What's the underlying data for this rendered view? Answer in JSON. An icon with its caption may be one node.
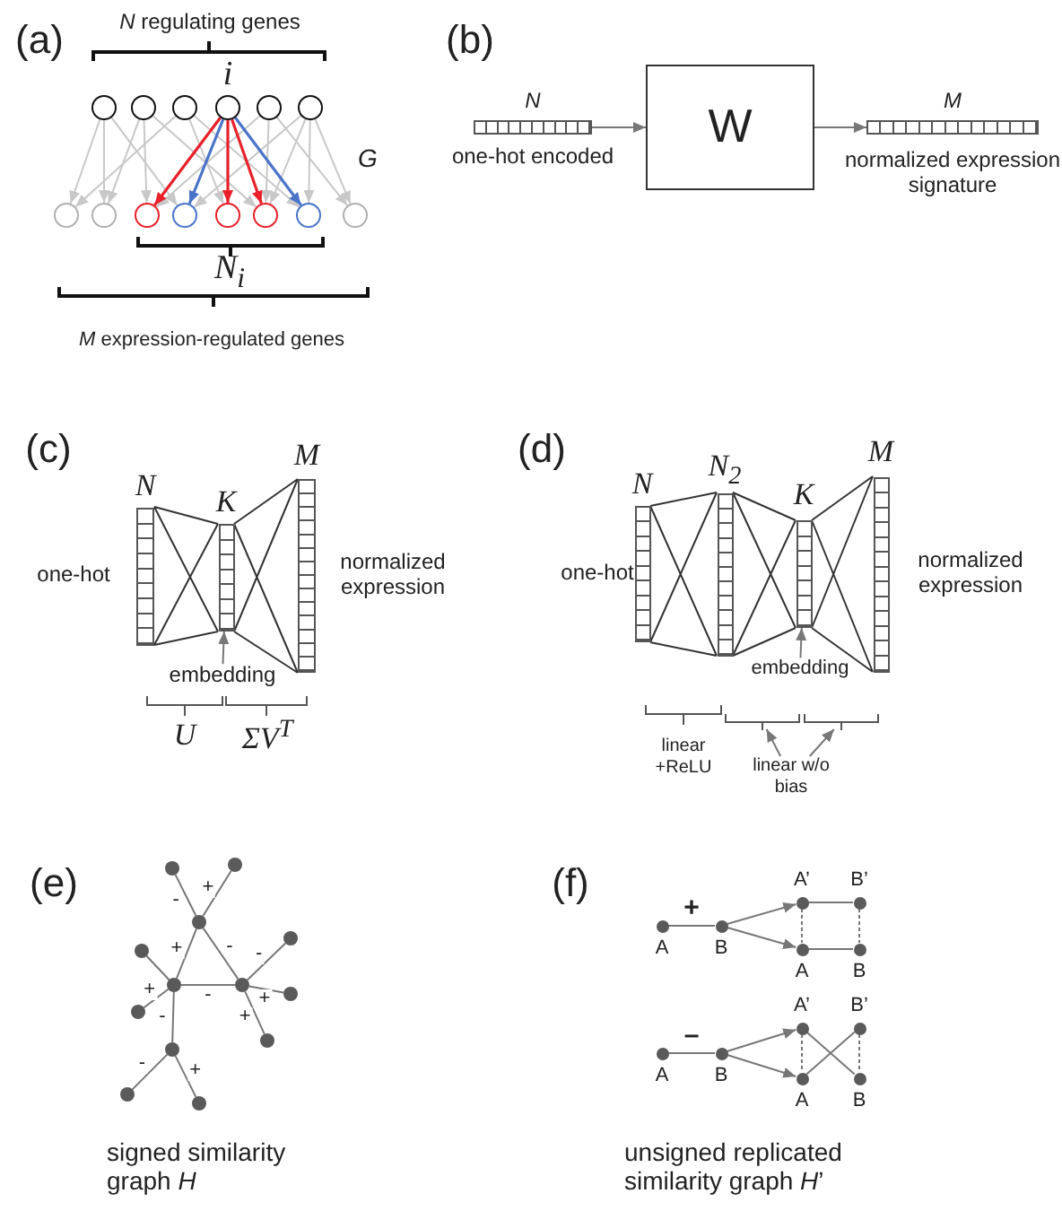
{
  "diagram": {
    "nodes": [
      {
        "text": [],
        "shape": "circle"
      },
      {
        "text": [],
        "shape": "circle"
      },
      {
        "text": [],
        "shape": "circle"
      },
      {
        "text": [
          "i"
        ]
      },
      {
        "text": [],
        "shape": "circle"
      },
      {
        "text": [],
        "shape": "circle"
      },
      {
        "text": [],
        "shape": "circle"
      },
      {
        "text": [],
        "shape": "circle"
      },
      {
        "text": [],
        "shape": "circle"
      },
      {
        "text": [],
        "shape": "circle"
      },
      {
        "text": [],
        "shape": "circle"
      },
      {
        "text": [],
        "shape": "circle"
      },
      {
        "text": [],
        "shape": "circle"
      },
      {
        "text": [],
        "shape": "circle"
      },
      {
        "text": [
          "N"
        ],
        "beside": [
          "one-hot encoded"
        ]
      },
      {
        "text": [
          "W"
        ]
      },
      {
        "text": [
          "M"
        ],
        "beside": [
          "normalized expression signature"
        ]
      },
      {
        "text": [
          "N"
        ],
        "beside": [
          "one-hot"
        ]
      },
      {
        "text": [
          "K"
        ]
      },
      {
        "text": [
          "M"
        ],
        "beside": [
          "normalized expression"
        ]
      },
      {
        "text": [
          "embedding"
        ]
      },
      {
        "text": [
          "N"
        ],
        "beside": [
          "one-hot"
        ]
      },
      {
        "text": [
          "N$_{2}$"
        ]
      },
      {
        "text": [
          "K"
        ]
      },
      {
        "text": [
          "M"
        ],
        "beside": [
          "normalized expression"
        ]
      },
      {
        "text": [
          "embedding"
        ]
      },
      {
        "text": [
          "linear w/o bias"
        ]
      },
      {
        "text": [],
        "shape": "circle"
      },
      {
        "text": [],
        "shape": "circle"
      },
      {
        "text": [],
        "shape": "circle"
      },
      {
        "text": [],
        "shape": "circle"
      },
      {
        "text": [],
        "shape": "circle"
      },
      {
        "text": [],
        "shape": "circle"
      },
      {
        "text": [],
        "shape": "circle"
      },
      {
        "text": [],
        "shape": "circle"
      },
      {
        "text": [],
        "shape": "circle"
      },
      {
        "text": [],
        "shape": "circle"
      },
      {
        "text": [],
        "shape": "circle"
      },
      {
        "text": [],
        "shape": "circle"
      },
      {
        "text": [],
        "shape": "circle"
      },
      {
        "text": [
          "A"
        ]
      },
      {
        "text": [
          "B"
        ]
      },
      {
        "text": [
          "A’"
        ]
      },
      {
        "text": [
          "B’"
        ]
      },
      {
        "text": [
          "A"
        ]
      },
      {
        "text": [
          "B"
        ]
      },
      {
        "text": [
          "A"
        ]
      },
      {
        "text": [
          "B"
        ]
      },
      {
        "text": [
          "A’"
        ]
      },
      {
        "text": [
          "B’"
        ]
      },
      {
        "text": [
          "A"
        ]
      },
      {
        "text": [
          "B"
        ]
      },
      {
        "text": [],
        "shape": "bracket"
      },
      {
        "text": [],
        "shape": "bracket"
      }
    ],
    "edges": [
      {
        "from": 0,
        "to": 6,
        "arrow": "to",
        "color": "#c8c8c8"
      },
      {
        "from": 0,
        "to": 7,
        "arrow": "to",
        "color": "#c8c8c8"
      },
      {
        "from": 0,
        "to": 9,
        "arrow": "to",
        "color": "#c8c8c8"
      },
      {
        "from": 1,
        "to": 7,
        "arrow": "to",
        "color": "#c8c8c8"
      },
      {
        "from": 1,
        "to": 8,
        "arrow": "to",
        "color": "#c8c8c8"
      },
      {
        "from": 1,
        "to": 11,
        "arrow": "to",
        "color": "#c8c8c8"
      },
      {
        "from": 2,
        "to": 6,
        "arrow": "to",
        "color": "#c8c8c8"
      },
      {
        "from": 2,
        "to": 10,
        "arrow": "to",
        "color": "#c8c8c8"
      },
      {
        "from": 2,
        "to": 12,
        "arrow": "to",
        "color": "#c8c8c8"
      },
      {
        "from": 4,
        "to": 8,
        "arrow": "to",
        "color": "#c8c8c8"
      },
      {
        "from": 4,
        "to": 11,
        "arrow": "to",
        "color": "#c8c8c8"
      },
      {
        "from": 4,
        "to": 13,
        "arrow": "to",
        "color": "#c8c8c8"
      },
      {
        "from": 5,
        "to": 9,
        "arrow": "to",
        "color": "#c8c8c8"
      },
      {
        "from": 5,
        "to": 11,
        "arrow": "to",
        "color": "#c8c8c8"
      },
      {
        "from": 5,
        "to": 12,
        "arrow": "to",
        "color": "#c8c8c8"
      },
      {
        "from": 5,
        "to": 13,
        "arrow": "to",
        "color": "#c8c8c8"
      },
      {
        "from": 3,
        "to": 8,
        "arrow": "to",
        "color": "#e8202a"
      },
      {
        "from": 3,
        "to": 9,
        "arrow": "to",
        "color": "#4a74c9"
      },
      {
        "from": 3,
        "to": 10,
        "arrow": "to",
        "color": "#e8202a"
      },
      {
        "from": 3,
        "to": 11,
        "arrow": "to",
        "color": "#e8202a"
      },
      {
        "from": 3,
        "to": 12,
        "arrow": "to",
        "color": "#4a74c9"
      },
      {
        "from": 14,
        "to": 15,
        "arrow": "to"
      },
      {
        "from": 15,
        "to": 16,
        "arrow": "to"
      },
      {
        "from": 17,
        "to": 18,
        "arrow": "none"
      },
      {
        "from": 18,
        "to": 19,
        "arrow": "none"
      },
      {
        "from": 20,
        "to": 18,
        "arrow": "to"
      },
      {
        "from": 21,
        "to": 22,
        "arrow": "none"
      },
      {
        "from": 22,
        "to": 23,
        "arrow": "none"
      },
      {
        "from": 23,
        "to": 24,
        "arrow": "none"
      },
      {
        "from": 25,
        "to": 23,
        "arrow": "to"
      },
      {
        "from": 26,
        "to": 52,
        "arrow": "to"
      },
      {
        "from": 26,
        "to": 53,
        "arrow": "to"
      },
      {
        "from": 27,
        "to": 31,
        "arrow": "none",
        "label": "-"
      },
      {
        "from": 27,
        "to": 32,
        "arrow": "none",
        "label": "+"
      },
      {
        "from": 27,
        "to": 28,
        "arrow": "none",
        "label": "+"
      },
      {
        "from": 27,
        "to": 29,
        "arrow": "none",
        "label": "-"
      },
      {
        "from": 28,
        "to": 29,
        "arrow": "none",
        "label": "-"
      },
      {
        "from": 28,
        "to": 33,
        "arrow": "none"
      },
      {
        "from": 28,
        "to": 34,
        "arrow": "none",
        "label": "+"
      },
      {
        "from": 28,
        "to": 30,
        "arrow": "none",
        "label": "-"
      },
      {
        "from": 29,
        "to": 35,
        "arrow": "none",
        "label": "-"
      },
      {
        "from": 29,
        "to": 36,
        "arrow": "none",
        "label": "+"
      },
      {
        "from": 29,
        "to": 37,
        "arrow": "none",
        "label": "+"
      },
      {
        "from": 30,
        "to": 38,
        "arrow": "none",
        "label": "-"
      },
      {
        "from": 30,
        "to": 39,
        "arrow": "none",
        "label": "+"
      },
      {
        "from": 40,
        "to": 41,
        "arrow": "none",
        "label": "+"
      },
      {
        "from": 41,
        "to": 42,
        "arrow": "to"
      },
      {
        "from": 41,
        "to": 44,
        "arrow": "to"
      },
      {
        "from": 42,
        "to": 43,
        "arrow": "none"
      },
      {
        "from": 44,
        "to": 45,
        "arrow": "none"
      },
      {
        "from": 42,
        "to": 44,
        "arrow": "none",
        "style": "dashed"
      },
      {
        "from": 43,
        "to": 45,
        "arrow": "none",
        "style": "dashed"
      },
      {
        "from": 46,
        "to": 47,
        "arrow": "none",
        "label": "–"
      },
      {
        "from": 47,
        "to": 48,
        "arrow": "to"
      },
      {
        "from": 47,
        "to": 50,
        "arrow": "to"
      },
      {
        "from": 48,
        "to": 51,
        "arrow": "none"
      },
      {
        "from": 50,
        "to": 49,
        "arrow": "none"
      },
      {
        "from": 48,
        "to": 50,
        "arrow": "none",
        "style": "dashed"
      },
      {
        "from": 49,
        "to": 51,
        "arrow": "none",
        "style": "dashed"
      }
    ],
    "labels": [
      "(a)",
      "*N* regulating genes",
      "G",
      "N$_{i}$",
      "*M* expression-regulated genes",
      "(b)",
      "(c)",
      "U",
      "ΣV$^{T}$",
      "(d)",
      "linear +ReLU",
      "(e)",
      "signed similarity graph *H*",
      "(f)",
      "unsigned replicated similarity graph *H*’"
    ]
  }
}
